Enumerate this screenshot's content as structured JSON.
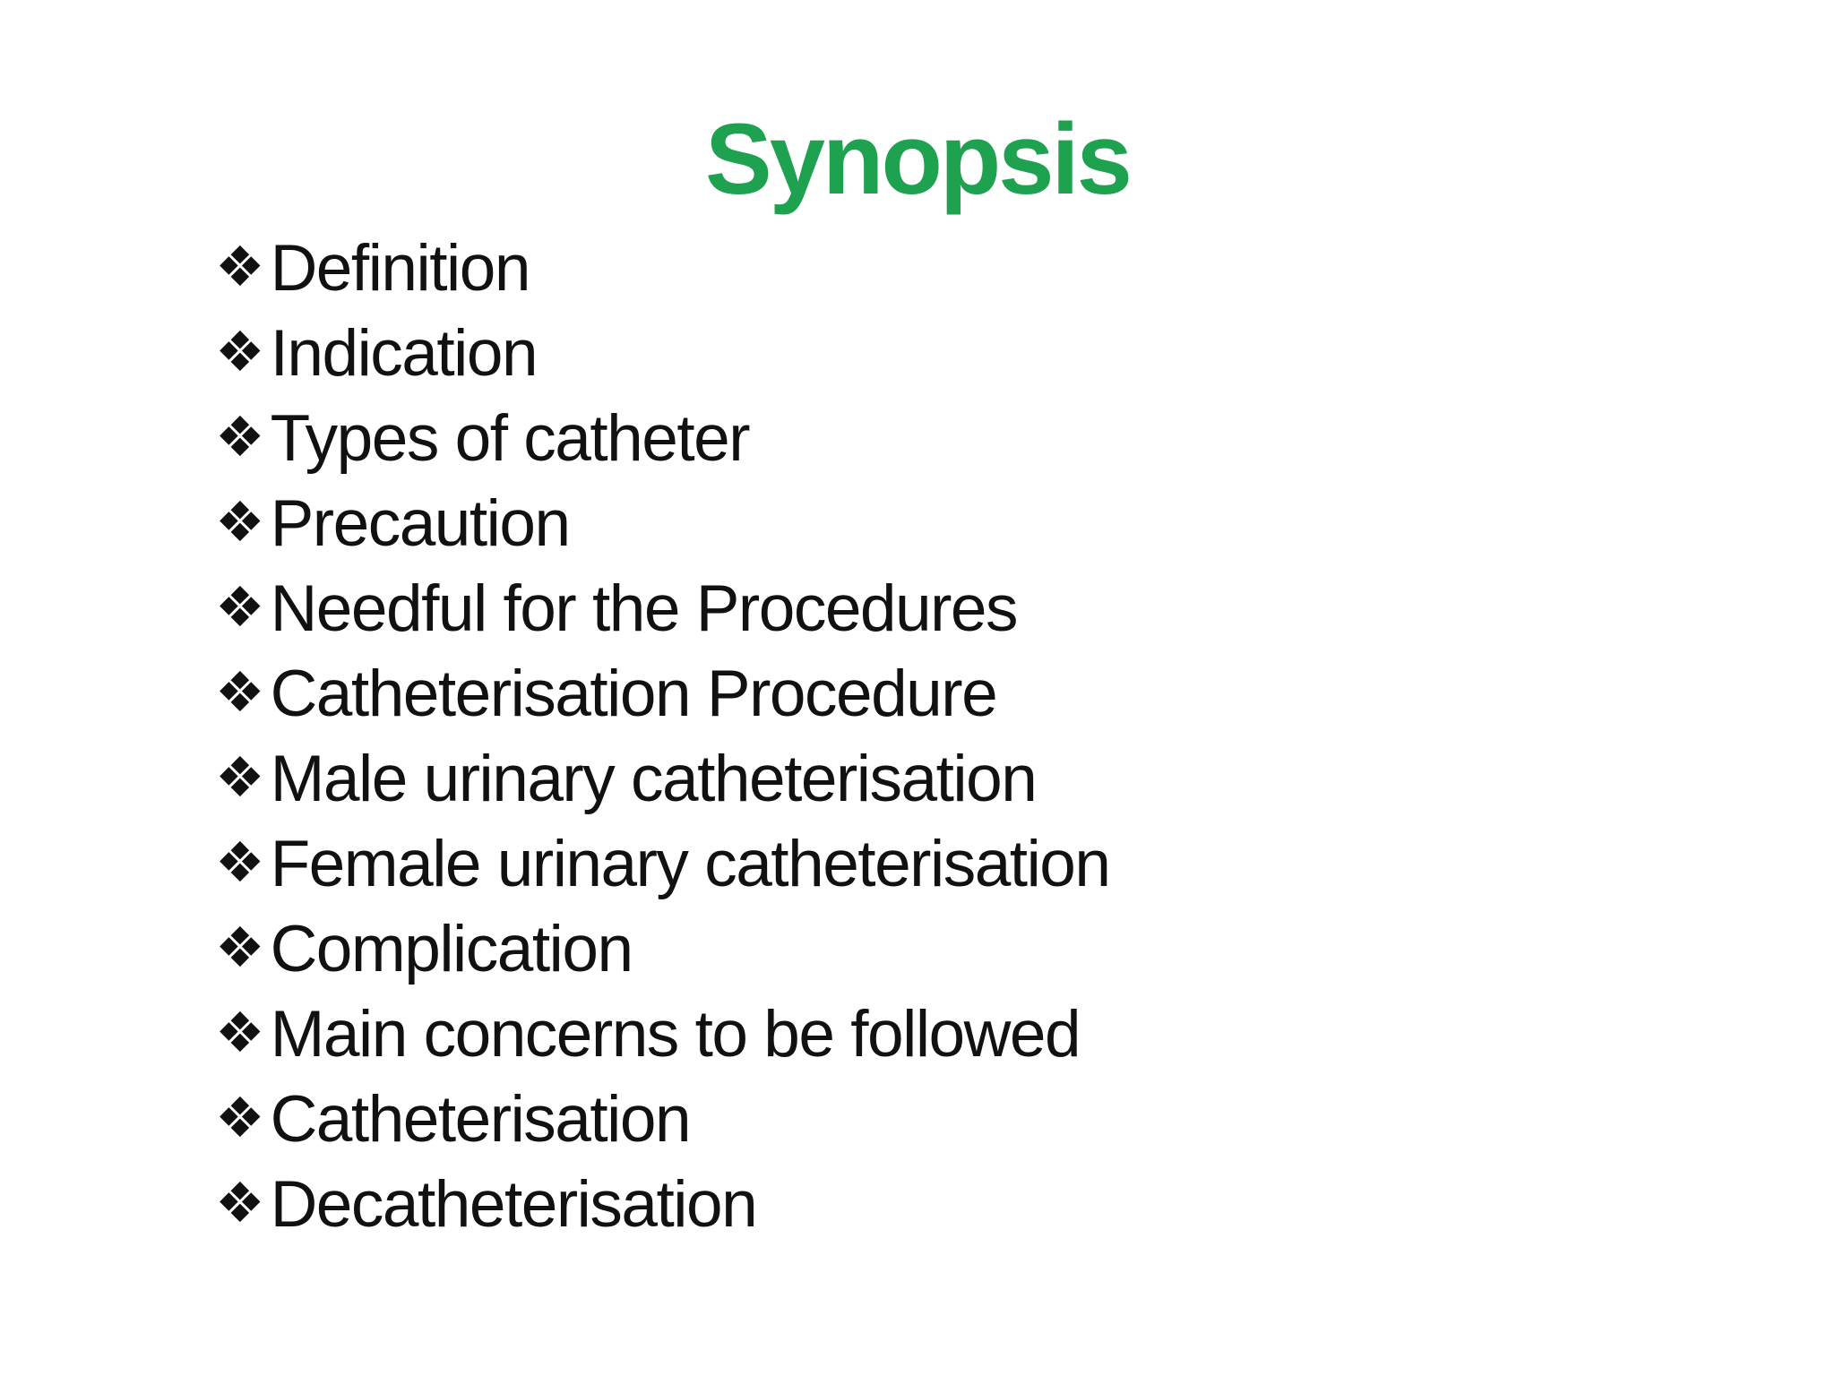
{
  "slide": {
    "title": "Synopsis",
    "bullet_glyph": "❖",
    "colors": {
      "title_green": "#1fa24f",
      "text_black": "#111111",
      "background": "#ffffff"
    },
    "items": [
      "Definition",
      "Indication",
      "Types of catheter",
      "Precaution",
      "Needful for the Procedures",
      "Catheterisation Procedure",
      "Male urinary catheterisation",
      "Female urinary catheterisation",
      "Complication",
      "Main concerns to be followed",
      "Catheterisation",
      "Decatheterisation"
    ]
  }
}
